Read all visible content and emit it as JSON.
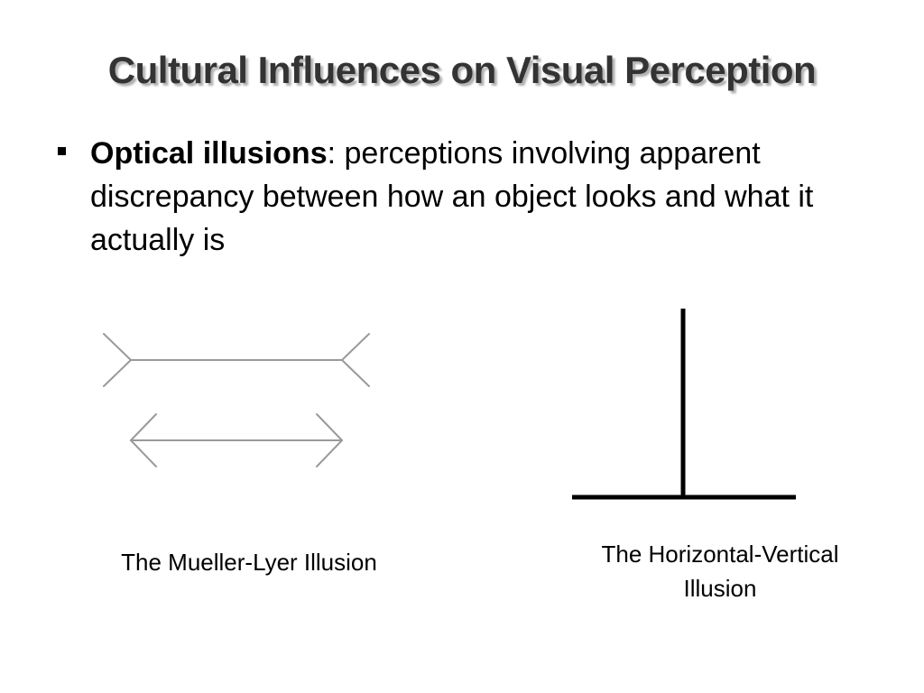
{
  "slide": {
    "title": "Cultural Influences on Visual Perception",
    "bullet": {
      "term": "Optical illusions",
      "separator": ":",
      "definition": " perceptions involving apparent discrepancy between how an object looks and what it actually is"
    },
    "illustrations": {
      "mueller_lyer": {
        "caption": "The Mueller-Lyer Illusion",
        "line_color": "#9a9a9a"
      },
      "horizontal_vertical": {
        "caption_line1": "The Horizontal-Vertical",
        "caption_line2": "Illusion",
        "line_color": "#000000"
      }
    }
  }
}
